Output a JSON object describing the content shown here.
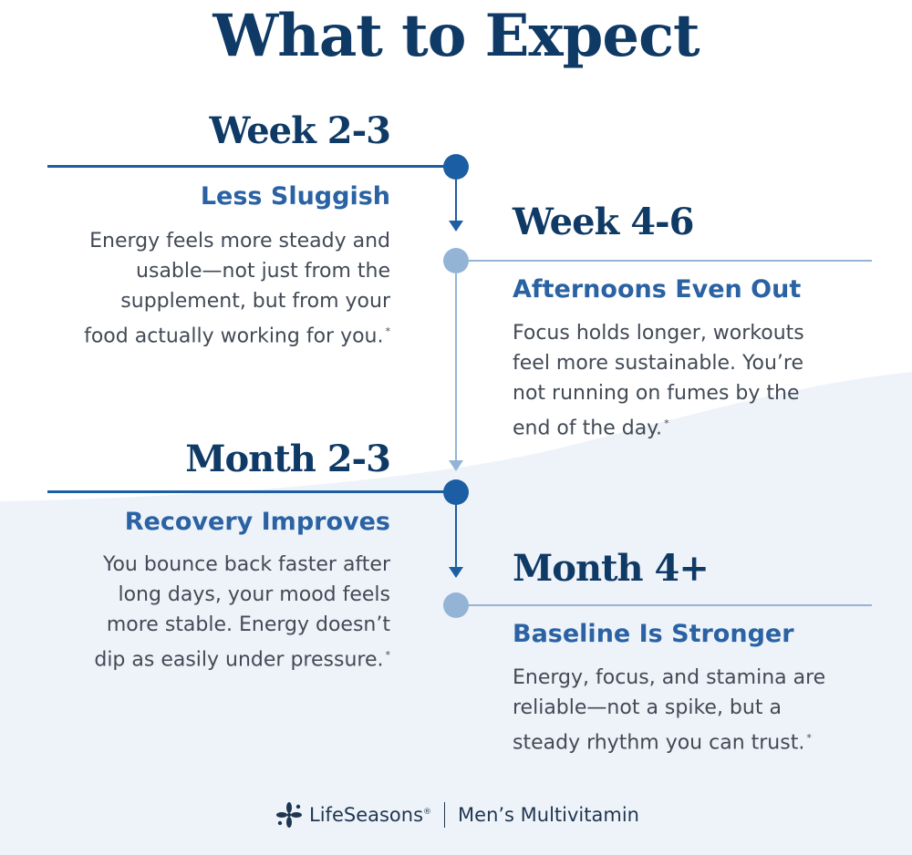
{
  "title": "What to Expect",
  "stages": [
    {
      "period": "Week 2-3",
      "heading": "Less Sluggish",
      "body": "Energy feels more steady and\nusable—not just from the\nsupplement, but from your\nfood actually working for you.",
      "footnote": "*"
    },
    {
      "period": "Week 4-6",
      "heading": "Afternoons Even Out",
      "body": "Focus holds longer, workouts\nfeel more sustainable. You’re\nnot running on fumes by the\nend of the day.",
      "footnote": "*"
    },
    {
      "period": "Month 2-3",
      "heading": "Recovery Improves",
      "body": "You bounce back faster after\nlong days, your mood feels\nmore stable. Energy doesn’t\ndip as easily under pressure.",
      "footnote": "*"
    },
    {
      "period": "Month 4+",
      "heading": "Baseline Is Stronger",
      "body": "Energy, focus, and stamina are\nreliable—not a spike, but a\nsteady rhythm you can trust.",
      "footnote": "*"
    }
  ],
  "footer": {
    "brand": "LifeSeasons",
    "brand_mark": "®",
    "product": "Men’s Multivitamin"
  },
  "colors": {
    "title": "#0f3a66",
    "accent_dark": "#1c5ea3",
    "accent_light": "#94b4d6",
    "heading": "#2a62a3",
    "body_text": "#424a55",
    "background_wave": "#eef3fa"
  },
  "icons": [
    "lifeseasons-logo-icon"
  ]
}
